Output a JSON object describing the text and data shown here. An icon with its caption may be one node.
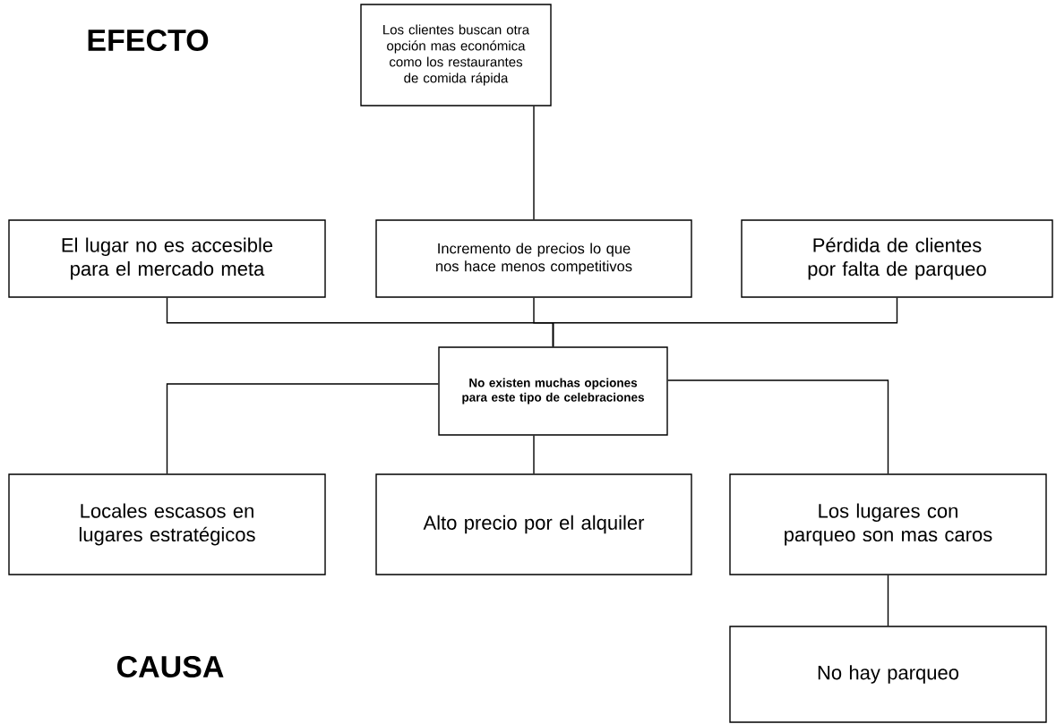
{
  "diagram": {
    "nodes": [
      {
        "text": [
          "Los clientes buscan otra opción mas económica como los restaurantes de comida rápida"
        ]
      },
      {
        "text": [
          "El lugar no es accesible para el mercado meta"
        ]
      },
      {
        "text": [
          "Incremento de precios lo que nos hace menos competitivos"
        ]
      },
      {
        "text": [
          "Pérdida de clientes por falta de parqueo"
        ]
      },
      {
        "text": [
          "No existen muchas opciones para este tipo de celebraciones"
        ]
      },
      {
        "text": [
          "Locales escasos en lugares estratégicos"
        ]
      },
      {
        "text": [
          "Alto precio por el alquiler"
        ]
      },
      {
        "text": [
          "Los lugares con parqueo son mas caros"
        ]
      },
      {
        "text": [
          "No hay parqueo"
        ]
      }
    ],
    "edges": [
      {
        "from": 0,
        "to": 2,
        "arrow": "none"
      },
      {
        "from": 1,
        "to": 4,
        "arrow": "none"
      },
      {
        "from": 2,
        "to": 4,
        "arrow": "none"
      },
      {
        "from": 3,
        "to": 4,
        "arrow": "none"
      },
      {
        "from": 4,
        "to": 5,
        "arrow": "none"
      },
      {
        "from": 4,
        "to": 6,
        "arrow": "none"
      },
      {
        "from": 4,
        "to": 7,
        "arrow": "none"
      },
      {
        "from": 7,
        "to": 8,
        "arrow": "none"
      }
    ],
    "labels": [
      "EFECTO",
      "CAUSA"
    ]
  }
}
